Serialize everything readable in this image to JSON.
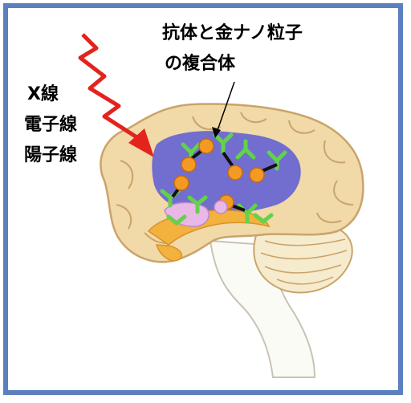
{
  "complex_label": {
    "line1": "抗体と金ナノ粒子",
    "line2": "の複合体"
  },
  "radiation_labels": [
    "X線",
    "電子線",
    "陽子線"
  ],
  "colors": {
    "frame": "#5b7fbf",
    "brain": "#f1d9a8",
    "brain_outline": "#c9a46a",
    "target_region": "#5a5ad6",
    "gold_particle": "#f39a24",
    "antibody": "#63d24a",
    "arrow": "#e3231c",
    "brainstem": "#fbfbf6",
    "cerebellum": "#f6ebcd"
  },
  "icons": {
    "radiation": "zigzag-arrow-icon",
    "particle": "gold-nanoparticle-icon",
    "antibody": "y-shaped-antibody-icon"
  }
}
